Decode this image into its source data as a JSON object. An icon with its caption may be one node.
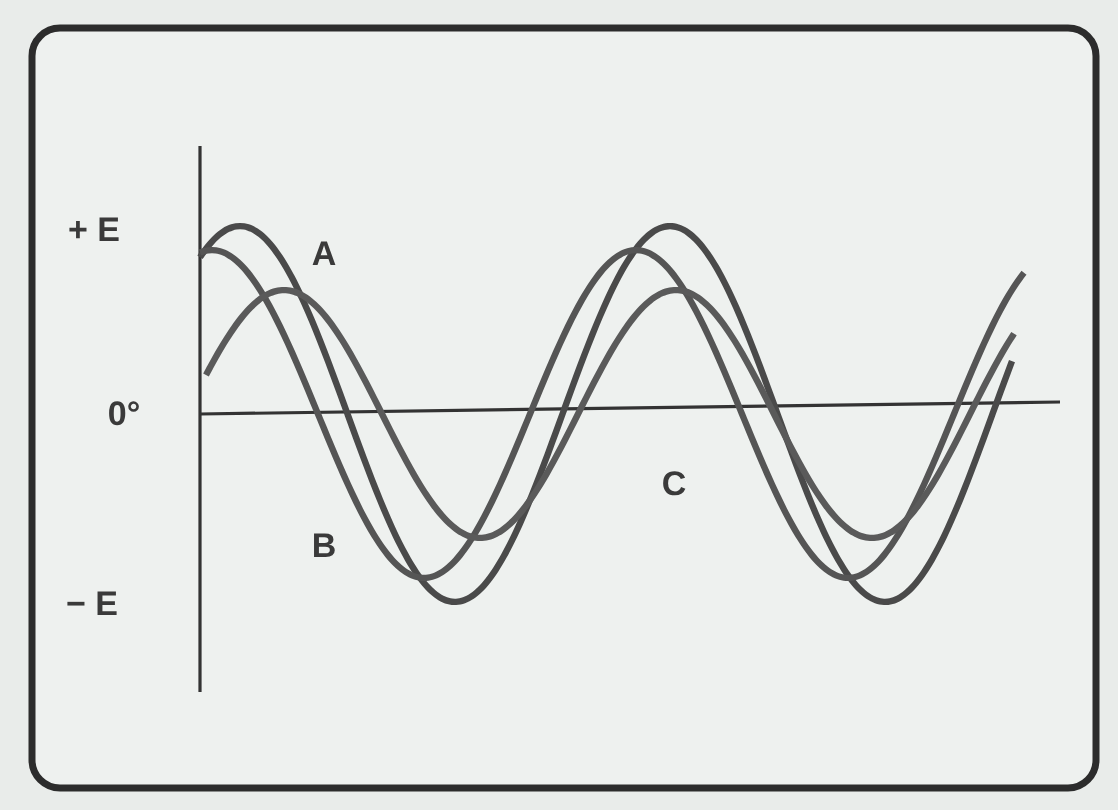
{
  "diagram": {
    "labels": [
      "+ E",
      "A",
      "0°",
      "B",
      "C",
      "− E"
    ]
  }
}
